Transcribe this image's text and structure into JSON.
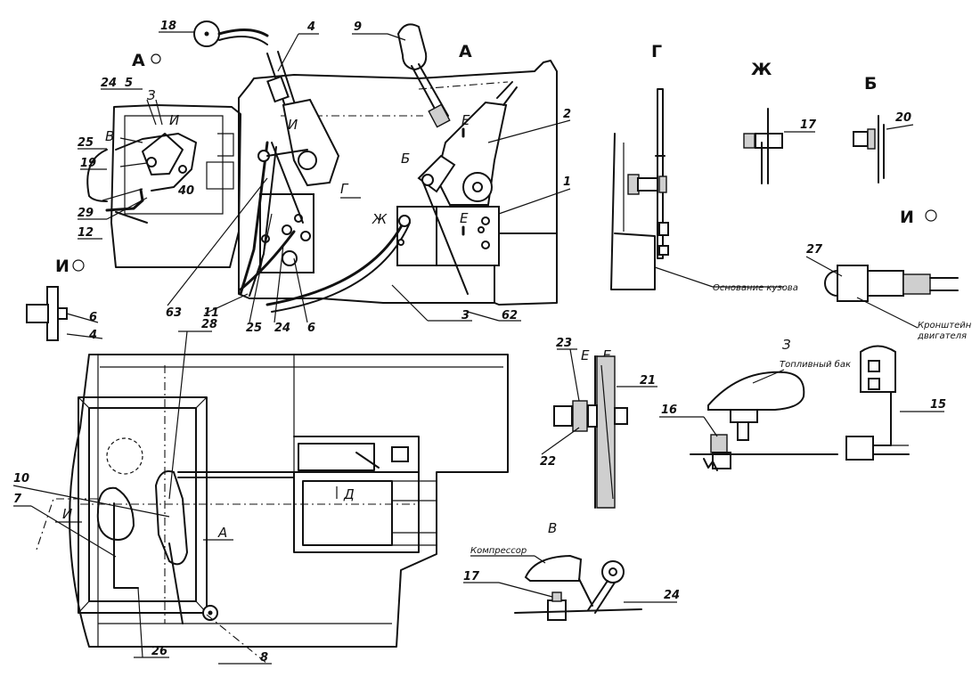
{
  "views": {
    "A": "А",
    "A_main": "А",
    "G": "Г",
    "Zh": "Ж",
    "B": "Б",
    "I_right": "И",
    "I_left": "И",
    "Z_title": "З",
    "EE": "Е - Е",
    "V": "В"
  },
  "markers": {
    "A_ring": "А",
    "Z_arrow": "З",
    "I_arrow": "И",
    "V_arrow": "В",
    "B_arrow": "Б",
    "G_arrow": "Г",
    "Zh_arrow": "Ж",
    "E_top": "Е",
    "E_bottom": "Е",
    "D_arrow": "Д",
    "A_bottom": "А",
    "I_bottom": "И"
  },
  "callouts": {
    "c18": "18",
    "c4": "4",
    "c9": "9",
    "c24": "24",
    "c5": "5",
    "c25": "25",
    "c19": "19",
    "c29": "29",
    "c12": "12",
    "c40": "40",
    "c2": "2",
    "c1": "1",
    "c63": "63",
    "c11": "11",
    "c25b": "25",
    "c24b": "24",
    "c6b": "6",
    "c3": "3",
    "c62": "62",
    "c17": "17",
    "c20": "20",
    "c27": "27",
    "c6": "6",
    "c4b": "4",
    "c28": "28",
    "c10": "10",
    "c7": "7",
    "c26": "26",
    "c8": "8",
    "c23": "23",
    "c21": "21",
    "c22": "22",
    "c16": "16",
    "c15": "15",
    "c17b": "17",
    "c24c": "24"
  },
  "notes": {
    "base": "Основание кузова",
    "bracket_l1": "Кронштейн",
    "bracket_l2": "двигателя",
    "fuel_tank": "Топливный бак",
    "compressor": "Компрессор"
  }
}
